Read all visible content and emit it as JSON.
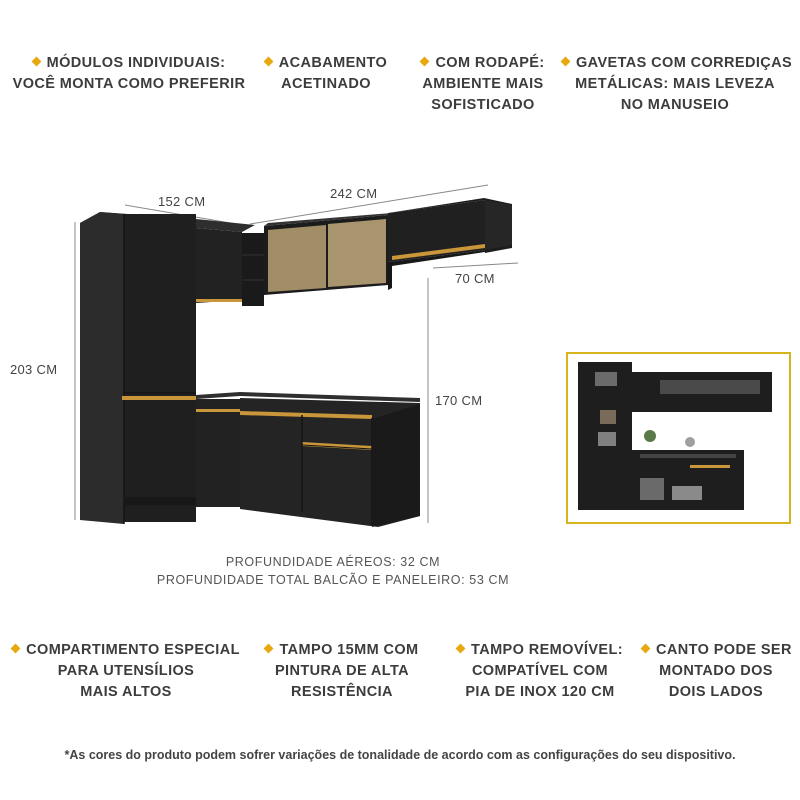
{
  "colors": {
    "accent": "#e8a812",
    "cabinet": "#222222",
    "handle": "#c9963a",
    "glass": "#a9946a",
    "frame_border": "#d7b31c"
  },
  "features_top": [
    {
      "lines": [
        "MÓDULOS INDIVIDUAIS:",
        "VOCÊ MONTA COMO PREFERIR"
      ]
    },
    {
      "lines": [
        "ACABAMENTO",
        "ACETINADO"
      ]
    },
    {
      "lines": [
        "COM RODAPÉ:",
        "AMBIENTE MAIS",
        "SOFISTICADO"
      ]
    },
    {
      "lines": [
        "GAVETAS COM CORREDIÇAS",
        "METÁLICAS: MAIS LEVEZA",
        "NO MANUSEIO"
      ]
    }
  ],
  "features_bottom": [
    {
      "lines": [
        "COMPARTIMENTO ESPECIAL",
        "PARA UTENSÍLIOS",
        "MAIS ALTOS"
      ]
    },
    {
      "lines": [
        "TAMPO 15MM COM",
        "PINTURA DE ALTA",
        "RESISTÊNCIA"
      ]
    },
    {
      "lines": [
        "TAMPO REMOVÍVEL:",
        "COMPATÍVEL COM",
        "PIA DE INOX 120 CM"
      ]
    },
    {
      "lines": [
        "CANTO PODE SER",
        "MONTADO DOS",
        "DOIS LADOS"
      ]
    }
  ],
  "dimensions": {
    "width_left": "152 CM",
    "width_right": "242 CM",
    "depth_upper": "70 CM",
    "height_total": "203 CM",
    "height_counter": "170 CM"
  },
  "depth_notes": {
    "line1": "PROFUNDIDADE AÉREOS: 32 CM",
    "line2": "PROFUNDIDADE TOTAL BALCÃO E PANELEIRO: 53 CM"
  },
  "disclaimer": "*As cores do produto podem sofrer variações de tonalidade de acordo com as configurações do seu dispositivo."
}
